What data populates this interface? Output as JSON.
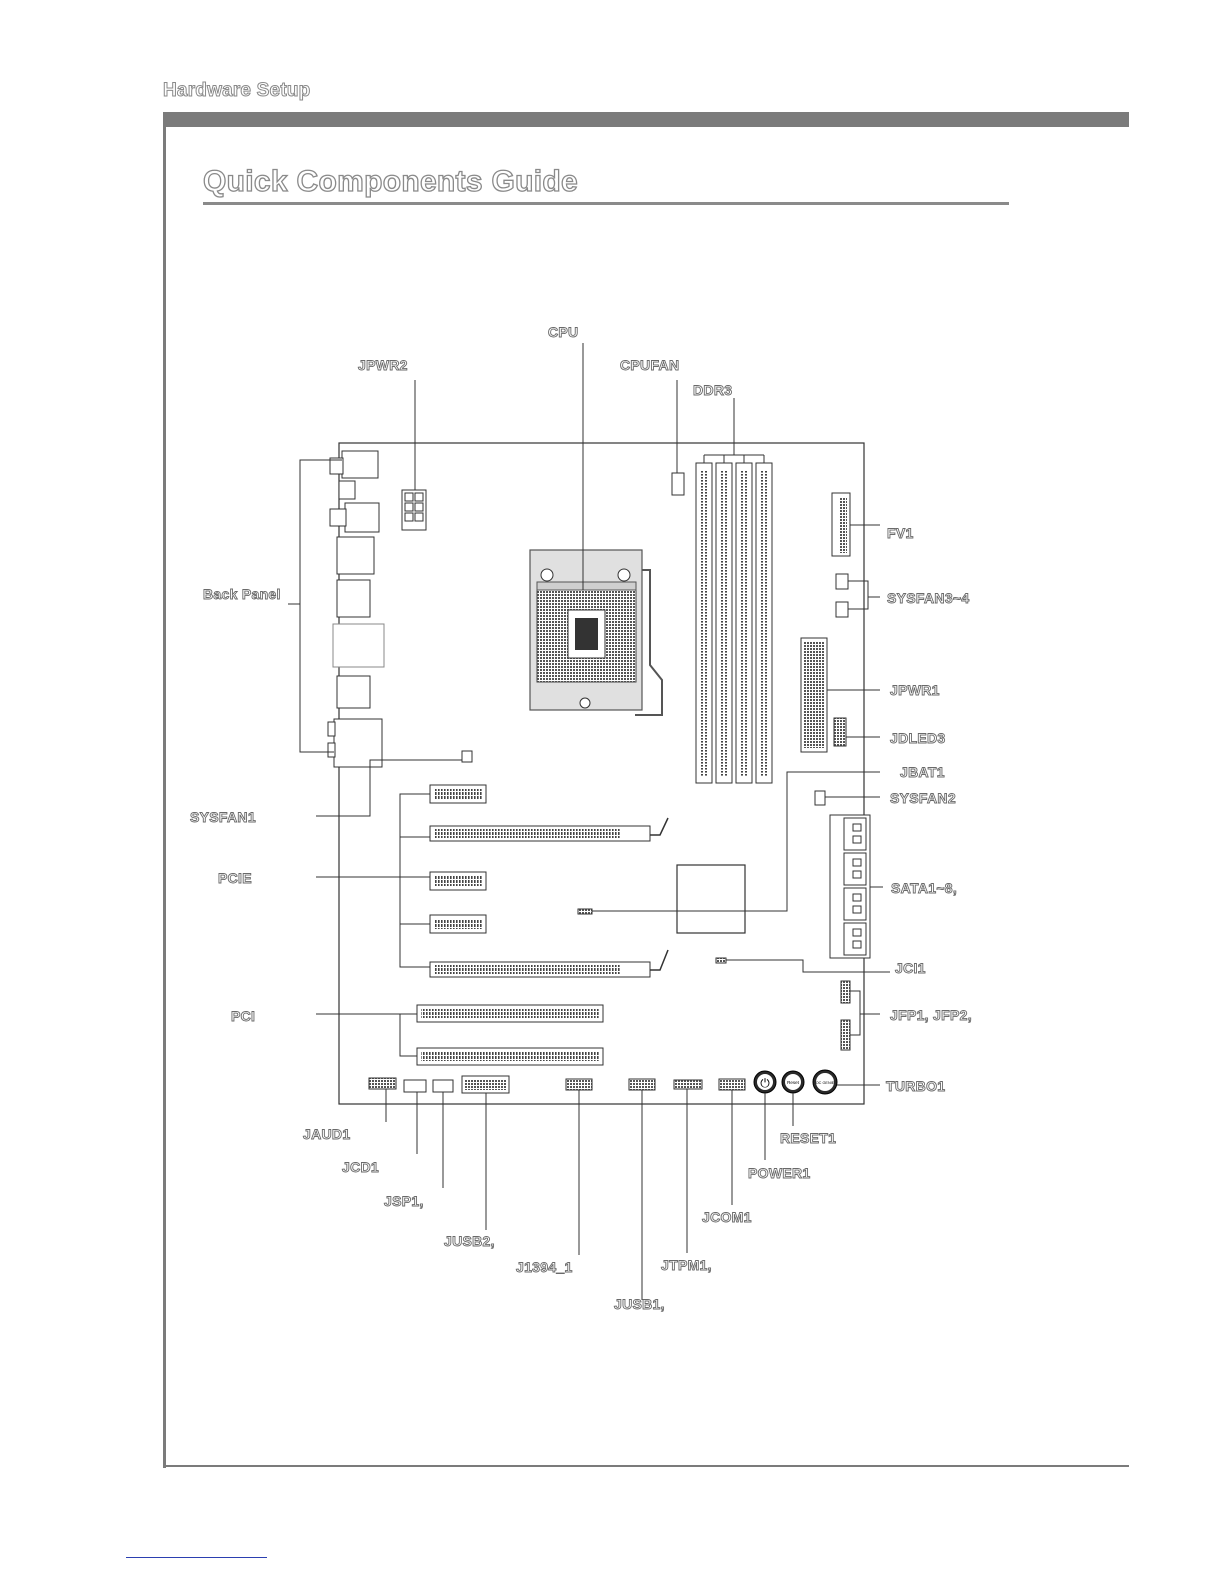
{
  "header": {
    "section": "Hardware Setup"
  },
  "page": {
    "title": "Quick Components Guide"
  },
  "labels": {
    "cpu": "CPU",
    "jpwr2": "JPWR2",
    "cpufan": "CPUFAN",
    "ddr3": "DDR3",
    "fv1": "FV1",
    "sysfan34": "SYSFAN3~4",
    "back_panel": "Back Panel",
    "jpwr1": "JPWR1",
    "jdled3": "JDLED3",
    "jbat1": "JBAT1",
    "sysfan2": "SYSFAN2",
    "sysfan1": "SYSFAN1",
    "pcie": "PCIE",
    "sata": "SATA1~8,",
    "jci1": "JCI1",
    "pci": "PCI",
    "jfp": "JFP1, JFP2,",
    "turbo1": "TURBO1",
    "jaud1": "JAUD1",
    "reset1": "RESET1",
    "jcd1": "JCD1",
    "power1": "POWER1",
    "jsp1": "JSP1,",
    "jcom1": "JCOM1",
    "jusb2": "JUSB2,",
    "j1394": "J1394_1",
    "jtpm1": "JTPM1,",
    "jusb1": "JUSB1,"
  },
  "buttons": {
    "power_symbol": "⏻",
    "reset_text": "Reset",
    "turbo_text": "OC GENIE"
  }
}
